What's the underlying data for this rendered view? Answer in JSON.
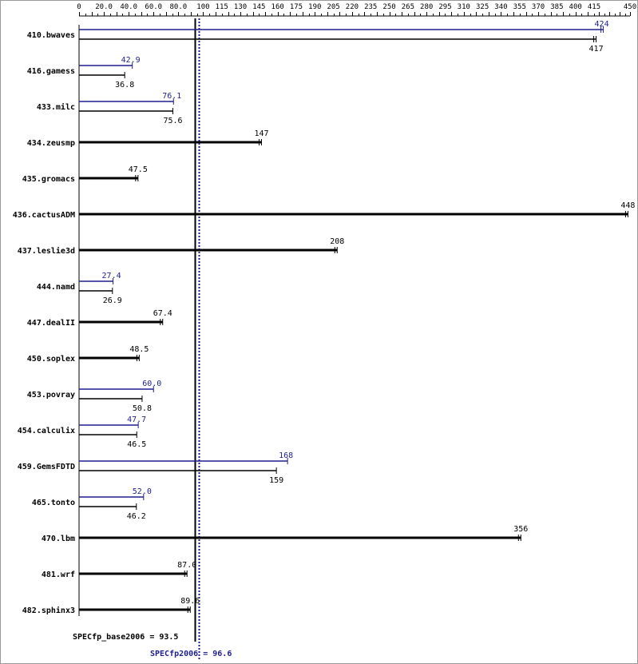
{
  "chart_data": {
    "type": "bar",
    "orientation": "horizontal",
    "axis": {
      "min": 0,
      "max": 450,
      "ticks": [
        "0",
        "20.0",
        "40.0",
        "60.0",
        "80.0",
        "100",
        "115",
        "130",
        "145",
        "160",
        "175",
        "190",
        "205",
        "220",
        "235",
        "250",
        "265",
        "280",
        "295",
        "310",
        "325",
        "340",
        "355",
        "370",
        "385",
        "400",
        "415",
        "450"
      ]
    },
    "colors": {
      "peak": "#1f1f8f",
      "base": "#000000",
      "axis": "#000000"
    },
    "benchmarks": [
      {
        "name": "410.bwaves",
        "peak": 424,
        "peak_label": "424",
        "base": 417,
        "base_label": "417"
      },
      {
        "name": "416.gamess",
        "peak": 42.9,
        "peak_label": "42.9",
        "base": 36.8,
        "base_label": "36.8"
      },
      {
        "name": "433.milc",
        "peak": 76.1,
        "peak_label": "76.1",
        "base": 75.6,
        "base_label": "75.6"
      },
      {
        "name": "434.zeusmp",
        "value": 147,
        "label": "147"
      },
      {
        "name": "435.gromacs",
        "value": 47.5,
        "label": "47.5"
      },
      {
        "name": "436.cactusADM",
        "value": 448,
        "label": "448"
      },
      {
        "name": "437.leslie3d",
        "value": 208,
        "label": "208"
      },
      {
        "name": "444.namd",
        "peak": 27.4,
        "peak_label": "27.4",
        "base": 26.9,
        "base_label": "26.9"
      },
      {
        "name": "447.dealII",
        "value": 67.4,
        "label": "67.4"
      },
      {
        "name": "450.soplex",
        "value": 48.5,
        "label": "48.5"
      },
      {
        "name": "453.povray",
        "peak": 60.0,
        "peak_label": "60.0",
        "base": 50.8,
        "base_label": "50.8"
      },
      {
        "name": "454.calculix",
        "peak": 47.7,
        "peak_label": "47.7",
        "base": 46.5,
        "base_label": "46.5"
      },
      {
        "name": "459.GemsFDTD",
        "peak": 168,
        "peak_label": "168",
        "base": 159,
        "base_label": "159"
      },
      {
        "name": "465.tonto",
        "peak": 52.0,
        "peak_label": "52.0",
        "base": 46.2,
        "base_label": "46.2"
      },
      {
        "name": "470.lbm",
        "value": 356,
        "label": "356"
      },
      {
        "name": "481.wrf",
        "value": 87.0,
        "label": "87.0"
      },
      {
        "name": "482.sphinx3",
        "value": 89.6,
        "label": "89.6"
      }
    ],
    "summary": {
      "base": {
        "label": "SPECfp_base2006 = 93.5",
        "value": 93.5
      },
      "peak": {
        "label": "SPECfp2006 = 96.6",
        "value": 96.6
      }
    }
  }
}
